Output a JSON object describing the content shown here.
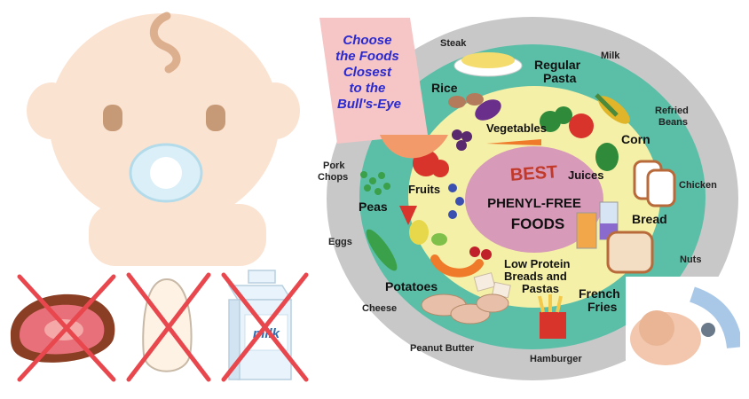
{
  "headline": [
    "Choose",
    "the Foods",
    "Closest",
    "to the",
    "Bull's-Eye"
  ],
  "center": {
    "line1": "BEST",
    "line2": "PHENYL-FREE",
    "line3": "FOODS"
  },
  "outer_ring": {
    "steak": "Steak",
    "milk": "Milk",
    "refried_beans": [
      "Refried",
      "Beans"
    ],
    "chicken": "Chicken",
    "nuts": "Nuts",
    "hamburger": "Hamburger",
    "peanut_butter": "Peanut Butter",
    "cheese": "Cheese",
    "eggs": "Eggs",
    "pork_chops": [
      "Pork",
      "Chops"
    ]
  },
  "middle_ring": {
    "regular_pasta": [
      "Regular",
      "Pasta"
    ],
    "rice": "Rice",
    "corn": "Corn",
    "bread": "Bread",
    "french_fries": [
      "French",
      "Fries"
    ],
    "potatoes": "Potatoes",
    "peas": "Peas"
  },
  "inner_ring": {
    "vegetables": "Vegetables",
    "juices": "Juices",
    "fruits": "Fruits",
    "low_protein": [
      "Low Protein",
      "Breads and",
      "Pastas"
    ]
  },
  "milk_carton": "milk",
  "colors": {
    "outer_ring": "#c8c8c8",
    "middle_ring": "#5bbfa8",
    "inner_ring": "#f5f0a8",
    "center": "#d79ab8",
    "center_text": "#c0392b",
    "headline": "#2a2ad0",
    "cross": "#e8474e",
    "baby_skin": "#fbe3d2"
  }
}
